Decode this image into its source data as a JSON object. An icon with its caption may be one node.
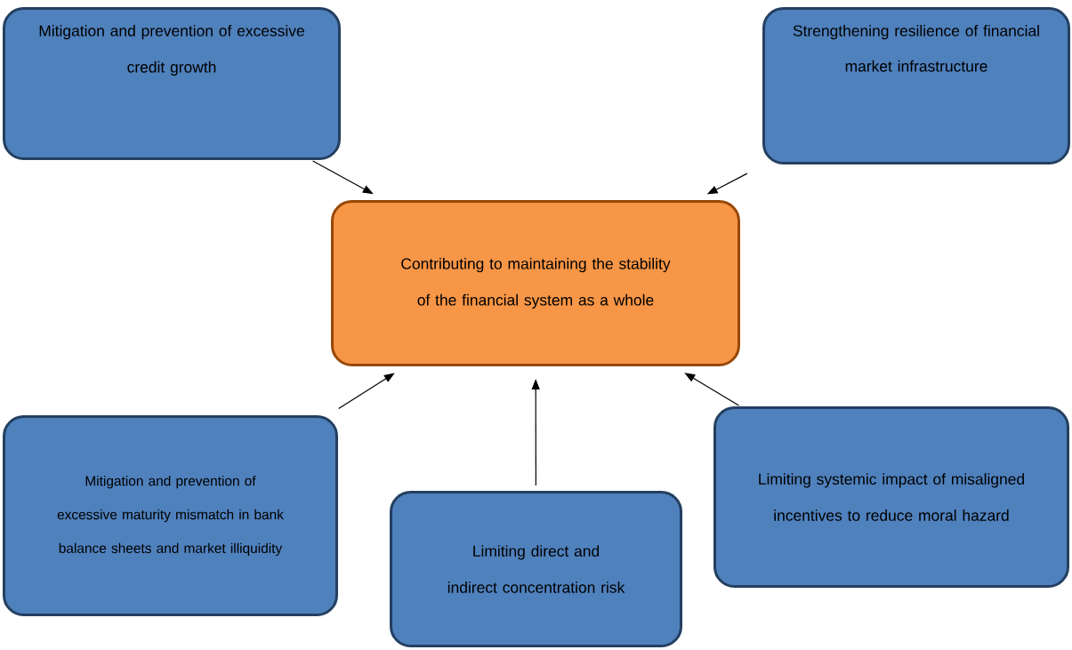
{
  "diagram": {
    "nodes": [
      {
        "text": [
          "Contributing to maintaining the stability of the financial system as a whole"
        ]
      },
      {
        "text": [
          "Mitigation and prevention of excessive credit growth"
        ]
      },
      {
        "text": [
          "Strengthening resilience of financial market infrastructure"
        ]
      },
      {
        "text": [
          "Mitigation and prevention of excessive maturity mismatch in bank balance sheets and market illiquidity"
        ]
      },
      {
        "text": [
          "Limiting direct and indirect concentration risk"
        ]
      },
      {
        "text": [
          "Limiting systemic impact of misaligned incentives to reduce moral hazard"
        ]
      }
    ],
    "edges": [
      {
        "from": 1,
        "to": 0,
        "arrow": "to"
      },
      {
        "from": 2,
        "to": 0,
        "arrow": "to"
      },
      {
        "from": 3,
        "to": 0,
        "arrow": "to"
      },
      {
        "from": 4,
        "to": 0,
        "arrow": "to"
      },
      {
        "from": 5,
        "to": 0,
        "arrow": "to"
      }
    ]
  }
}
